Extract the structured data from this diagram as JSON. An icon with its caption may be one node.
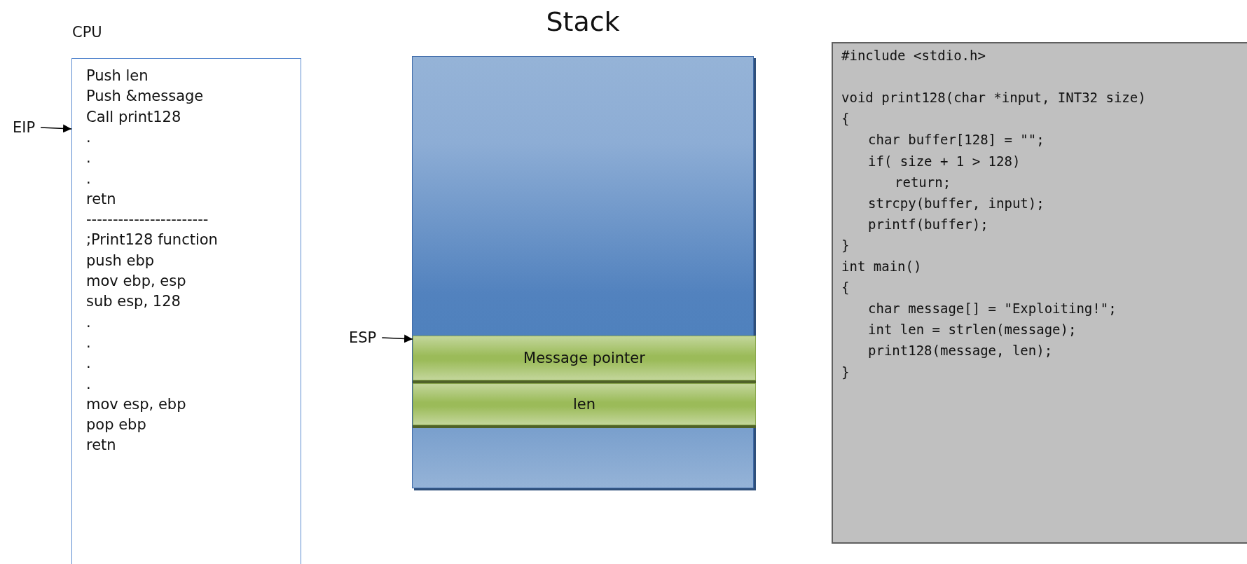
{
  "diagram": {
    "nodes": [
      {
        "text": [
          "CPU",
          "Push len",
          "Push &message",
          "Call print128",
          ".",
          ".",
          ".",
          "retn",
          "-----------------------",
          ";Print128 function",
          "push ebp",
          "mov ebp, esp",
          "sub esp, 128",
          ".",
          ".",
          ".",
          ".",
          "mov esp, ebp",
          "pop ebp",
          "retn"
        ]
      },
      {
        "text": [
          "EIP"
        ]
      },
      {
        "text": [
          "Stack"
        ]
      },
      {
        "text": [
          "Message pointer"
        ],
        "in": 2
      },
      {
        "text": [
          "len"
        ],
        "in": 2
      },
      {
        "text": [
          "ESP"
        ]
      },
      {
        "text": [
          "#include <stdio.h>",
          "void print128(char *input, INT32 size)",
          "{",
          "char buffer[128] = \"\";",
          "if( size + 1 > 128)",
          "return;",
          "strcpy(buffer, input);",
          "printf(buffer);",
          "}",
          "int main()",
          "{",
          "char message[] = \"Exploiting!\";",
          "int len = strlen(message);",
          "print128(message, len);",
          "}"
        ]
      }
    ],
    "edges": [
      {
        "from": 1,
        "to": 0,
        "arrow": "to"
      },
      {
        "from": 5,
        "to": 3,
        "arrow": "to"
      }
    ]
  }
}
